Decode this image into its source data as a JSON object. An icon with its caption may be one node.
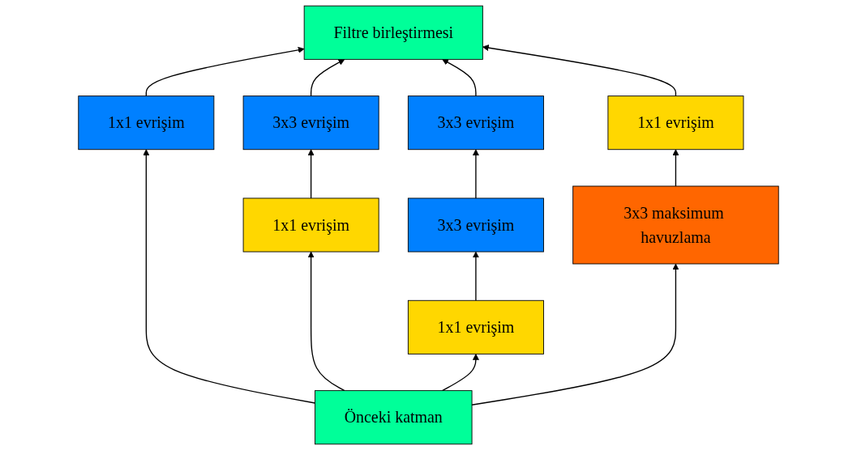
{
  "diagram": {
    "nodes": [
      {
        "text": [
          "Filtre birleştirmesi"
        ]
      },
      {
        "text": [
          "1x1 evrişim"
        ]
      },
      {
        "text": [
          "3x3 evrişim"
        ]
      },
      {
        "text": [
          "3x3 evrişim"
        ]
      },
      {
        "text": [
          "1x1 evrişim"
        ]
      },
      {
        "text": [
          "3x3 evrişim"
        ]
      },
      {
        "text": [
          "1x1 evrişim"
        ]
      },
      {
        "text": [
          "1x1 evrişim"
        ]
      },
      {
        "text": [
          "3x3 maksimum havuzlama"
        ]
      },
      {
        "text": [
          "Önceki katman"
        ]
      }
    ],
    "edges": [
      {
        "from": 9,
        "to": 1,
        "arrow": "to"
      },
      {
        "from": 9,
        "to": 6,
        "arrow": "to"
      },
      {
        "from": 9,
        "to": 7,
        "arrow": "to"
      },
      {
        "from": 9,
        "to": 8,
        "arrow": "to"
      },
      {
        "from": 6,
        "to": 2,
        "arrow": "to"
      },
      {
        "from": 7,
        "to": 5,
        "arrow": "to"
      },
      {
        "from": 5,
        "to": 3,
        "arrow": "to"
      },
      {
        "from": 8,
        "to": 4,
        "arrow": "to"
      },
      {
        "from": 1,
        "to": 0,
        "arrow": "to"
      },
      {
        "from": 2,
        "to": 0,
        "arrow": "to"
      },
      {
        "from": 3,
        "to": 0,
        "arrow": "to"
      },
      {
        "from": 4,
        "to": 0,
        "arrow": "to"
      }
    ]
  }
}
